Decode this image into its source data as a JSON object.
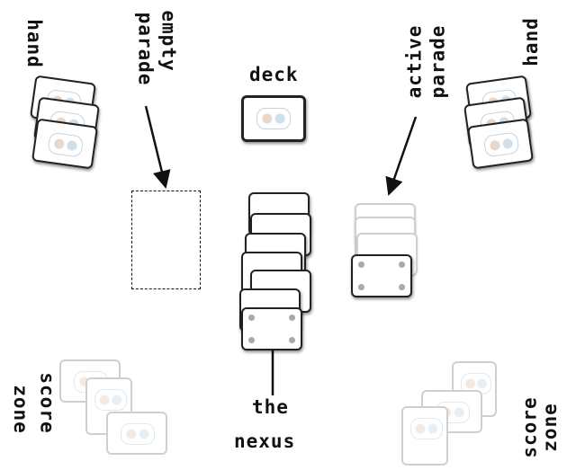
{
  "labels": {
    "hand_left": "hand",
    "empty_parade_1": "empty",
    "empty_parade_2": "parade",
    "deck": "deck",
    "active_1": "active",
    "active_2": "parade",
    "hand_right": "hand",
    "the": "the",
    "nexus": "nexus",
    "score_left_1": "score",
    "score_left_2": "zone",
    "score_right_1": "score",
    "score_right_2": "zone"
  }
}
